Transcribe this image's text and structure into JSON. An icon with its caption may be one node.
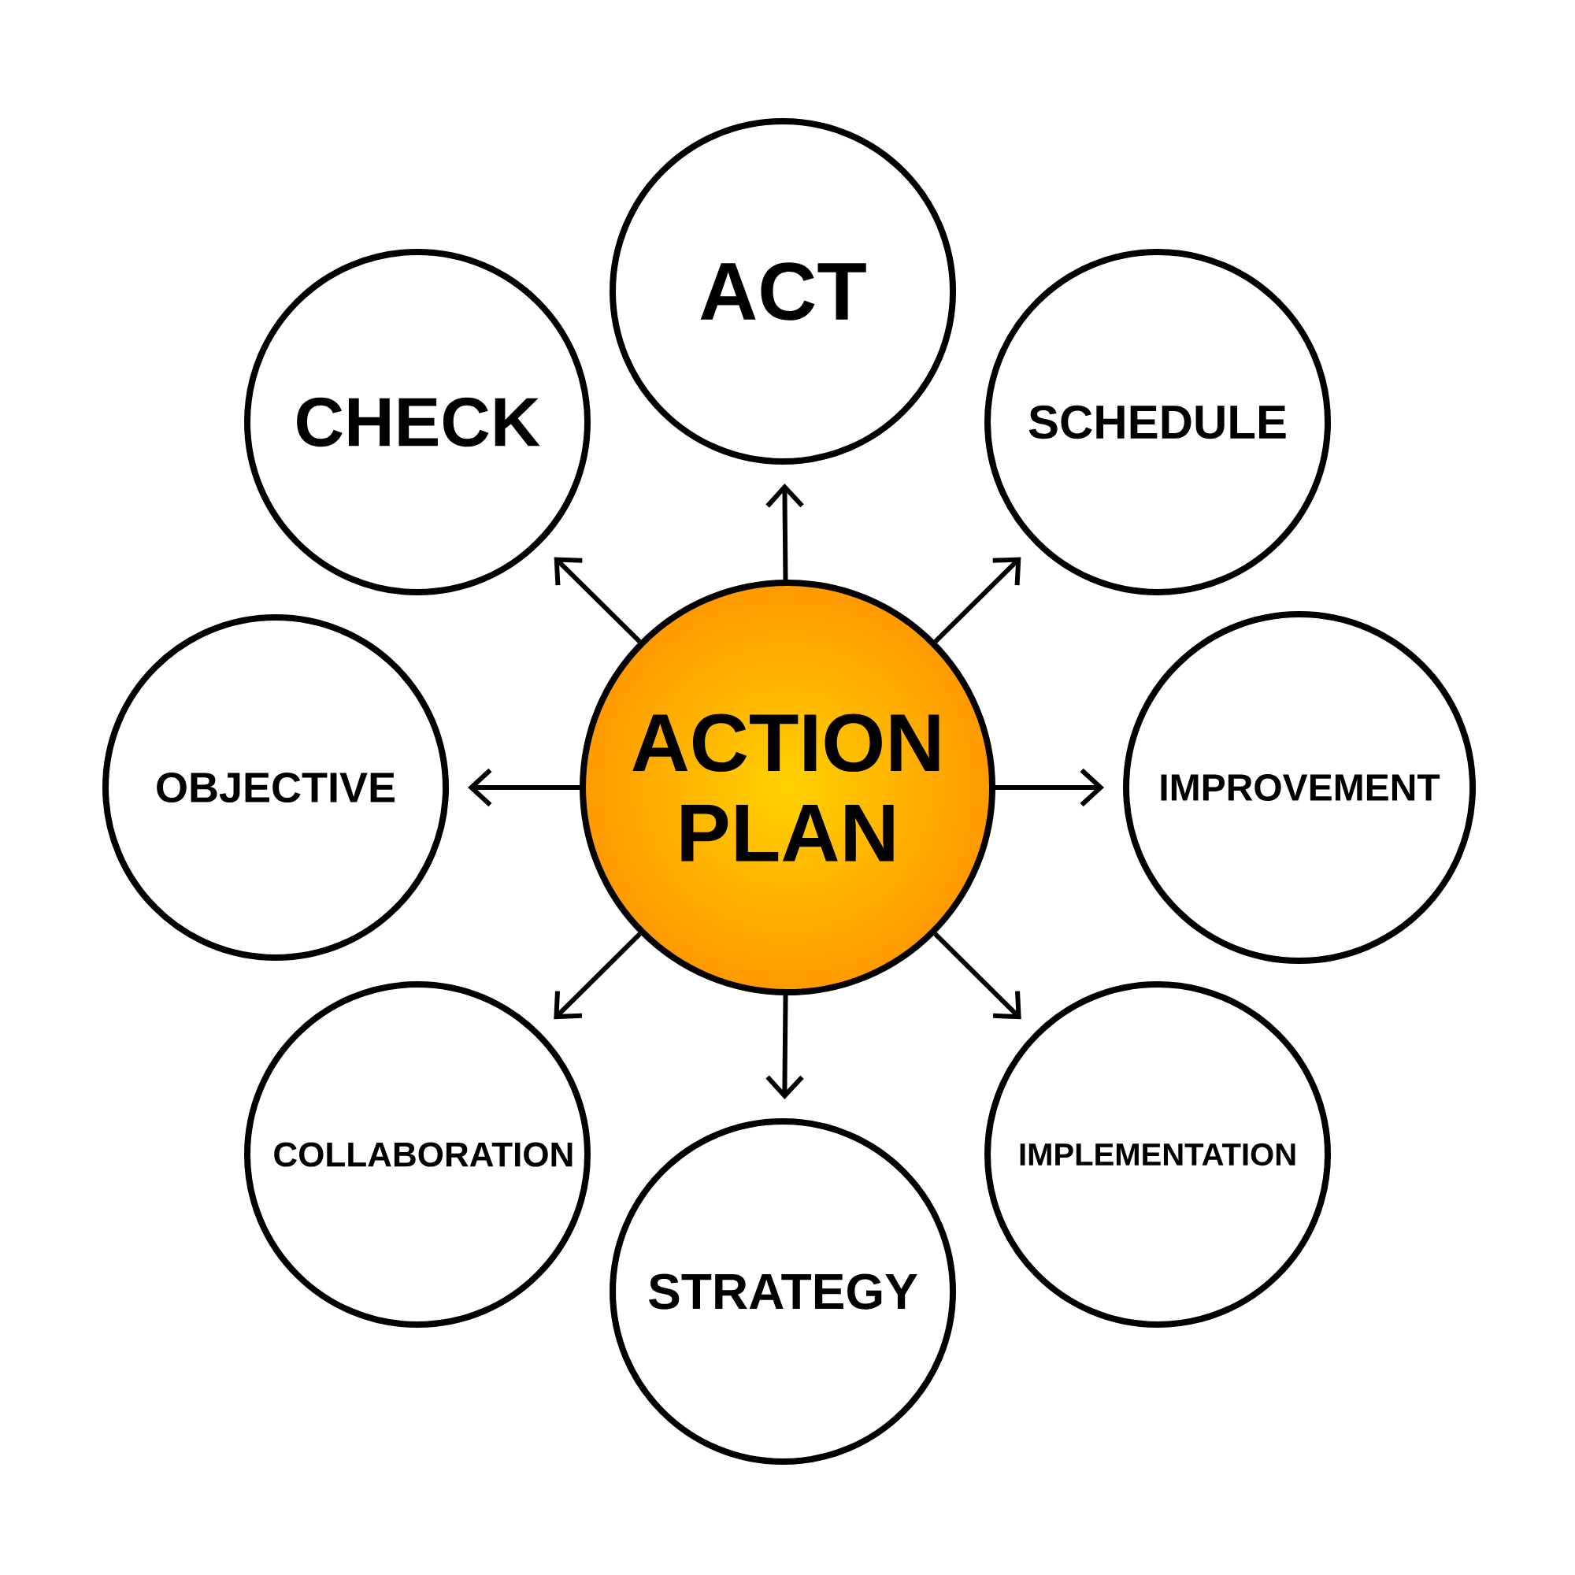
{
  "diagram": {
    "nodes": [
      {
        "text": [
          "ACT"
        ]
      },
      {
        "text": [
          "CHECK"
        ]
      },
      {
        "text": [
          "SCHEDULE"
        ]
      },
      {
        "text": [
          "OBJECTIVE"
        ]
      },
      {
        "text": [
          "ACTION PLAN"
        ]
      },
      {
        "text": [
          "IMPROVEMENT"
        ]
      },
      {
        "text": [
          "COLLABORATION"
        ]
      },
      {
        "text": [
          "IMPLEMENTATION"
        ]
      },
      {
        "text": [
          "STRATEGY"
        ]
      }
    ],
    "edges": [
      {
        "from": 4,
        "to": 0,
        "arrow": "to"
      },
      {
        "from": 4,
        "to": 2,
        "arrow": "to"
      },
      {
        "from": 4,
        "to": 5,
        "arrow": "to"
      },
      {
        "from": 4,
        "to": 7,
        "arrow": "to"
      },
      {
        "from": 4,
        "to": 8,
        "arrow": "to"
      },
      {
        "from": 4,
        "to": 6,
        "arrow": "to"
      },
      {
        "from": 4,
        "to": 3,
        "arrow": "to"
      },
      {
        "from": 4,
        "to": 1,
        "arrow": "to"
      }
    ]
  }
}
